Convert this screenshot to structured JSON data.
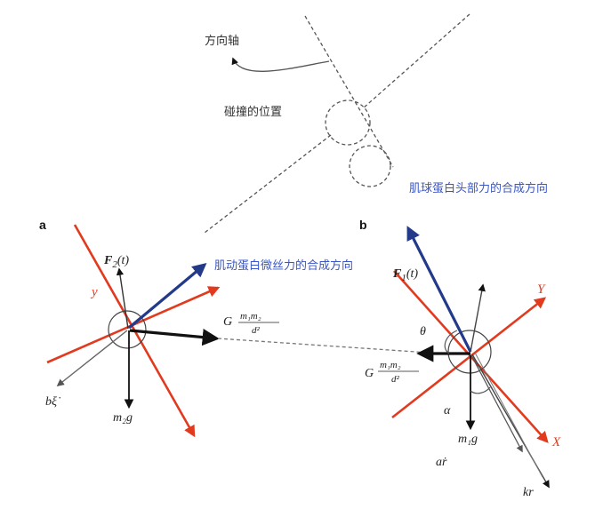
{
  "labels": {
    "direction_axis": "方向轴",
    "collision_position": "碰撞的位置",
    "myosin_head_resultant": "肌球蛋白头部力的合成方向",
    "actin_resultant": "肌动蛋白微丝力的合成方向"
  },
  "panels": {
    "a": "a",
    "b": "b"
  },
  "math": {
    "F2": "F",
    "F2_sub": "2",
    "F2_arg": "(t)",
    "F1": "F",
    "F1_sub": "1",
    "F1_arg": "(t)",
    "y_small": "y",
    "Y_big": "Y",
    "X_big": "X",
    "G": "G",
    "frac_num": "m₁m₂",
    "frac_den": "d²",
    "m2g": "m₂g",
    "m1g": "m₁g",
    "b_xi": "bξ̇",
    "a_r": "aṙ",
    "k_r": "kr",
    "theta": "θ",
    "alpha": "α"
  },
  "colors": {
    "red": "#e23a1f",
    "navy": "#233a8a",
    "black": "#111111",
    "gray": "#777777",
    "label_blue": "#3a56c4"
  }
}
